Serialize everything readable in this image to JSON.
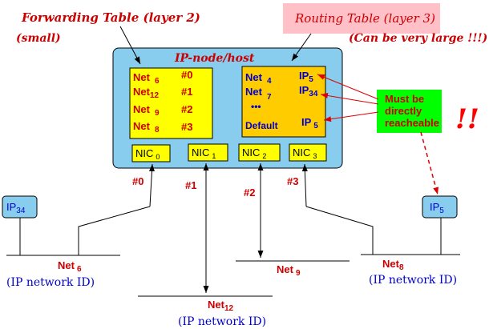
{
  "fwd_title": "Forwarding Table (layer 2)",
  "fwd_note": "(small)",
  "rt_title": "Routing Table (layer 3)",
  "rt_note": "(Can be very large !!!)",
  "node_label": "IP-node/host",
  "forwarding": [
    {
      "net": "Net",
      "sub": "6",
      "port": "#0"
    },
    {
      "net": "Net",
      "sub": "12",
      "port": "#1"
    },
    {
      "net": "Net",
      "sub": "9",
      "port": "#2"
    },
    {
      "net": "Net",
      "sub": "8",
      "port": "#3"
    }
  ],
  "routing": [
    {
      "net": "Net",
      "sub": "4",
      "ip": "IP",
      "ipsub": "5"
    },
    {
      "net": "Net",
      "sub": "7",
      "ip": "IP",
      "ipsub": "34"
    }
  ],
  "routing_dots": "•••",
  "routing_default": {
    "label": "Default",
    "ip": "IP",
    "ipsub": "5"
  },
  "nics": [
    {
      "label": "NIC",
      "sub": "0",
      "port": "#0"
    },
    {
      "label": "NIC",
      "sub": "1",
      "port": "#1"
    },
    {
      "label": "NIC",
      "sub": "2",
      "port": "#2"
    },
    {
      "label": "NIC",
      "sub": "3",
      "port": "#3"
    }
  ],
  "note_lines": [
    "Must be",
    "directly",
    "reacheable"
  ],
  "exclaim": "!!",
  "hosts": [
    {
      "label": "IP",
      "sub": "34"
    },
    {
      "label": "IP",
      "sub": "5"
    }
  ],
  "networks": [
    {
      "net": "Net",
      "sub": "6",
      "id": "(IP network ID)"
    },
    {
      "net": "Net",
      "sub": "12",
      "id": "(IP network ID)"
    },
    {
      "net": "Net",
      "sub": "9",
      "id": ""
    },
    {
      "net": "Net",
      "sub": "8",
      "id": "(IP network ID)"
    }
  ],
  "colors": {
    "node_fill": "#88ccee",
    "table_fill": "#ffff00",
    "routing_fill": "#ffcc00",
    "rt_title_bg": "#ffc0c8",
    "note_fill": "#00ff00",
    "accent_red": "#cc0000",
    "label_blue": "#0000cc"
  }
}
